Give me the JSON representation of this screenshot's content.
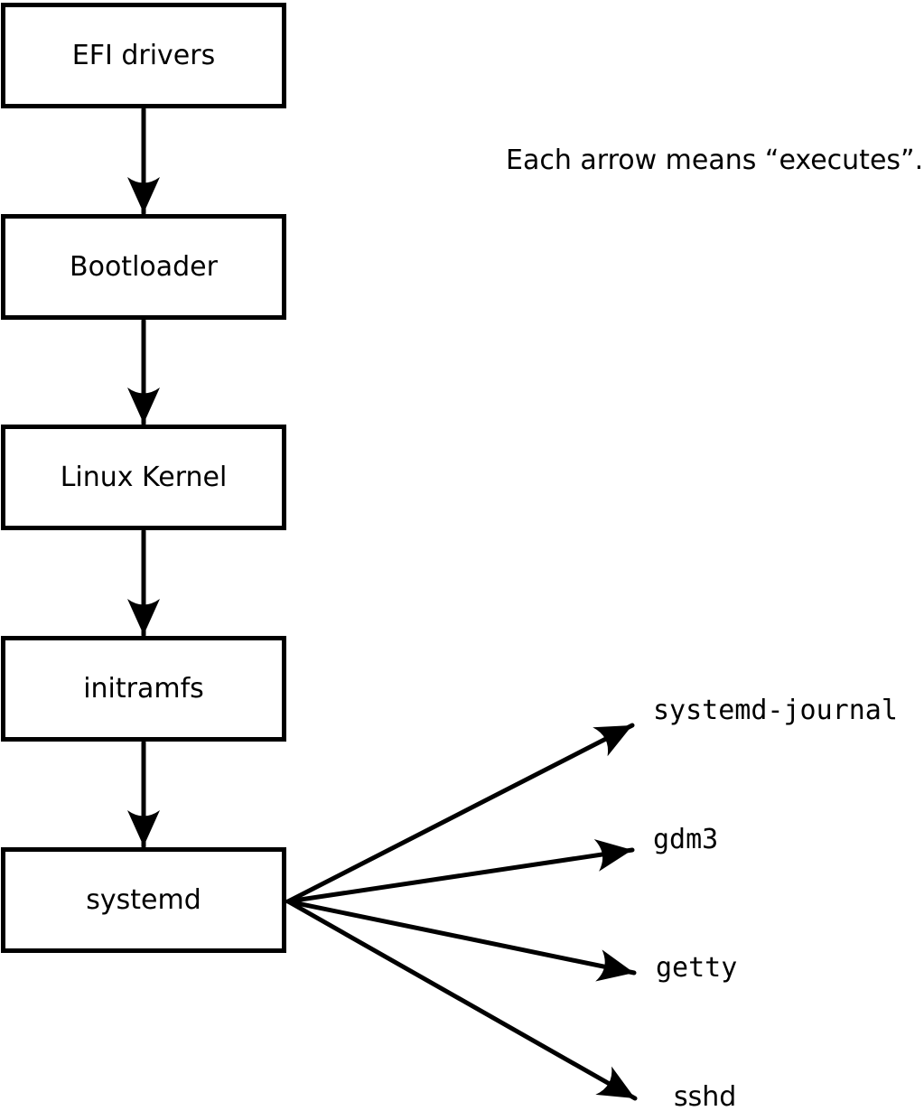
{
  "diagram": {
    "note": "Each arrow means “executes”.",
    "boot_sequence": [
      {
        "label": "EFI drivers"
      },
      {
        "label": "Bootloader"
      },
      {
        "label": "Linux Kernel"
      },
      {
        "label": "initramfs"
      },
      {
        "label": "systemd"
      }
    ],
    "systemd_children": [
      {
        "label": "systemd-journal"
      },
      {
        "label": "gdm3"
      },
      {
        "label": "getty"
      },
      {
        "label": "sshd"
      }
    ],
    "colors": {
      "line": "#000000",
      "background": "#ffffff"
    }
  }
}
